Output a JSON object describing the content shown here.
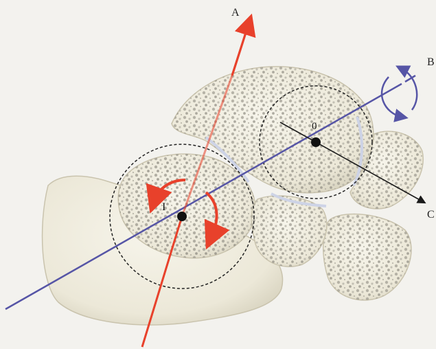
{
  "labels": {
    "axis_a": "A",
    "axis_b": "B",
    "axis_c": "C",
    "center_instant": "I",
    "center_zero": "0"
  },
  "colors": {
    "background": "#f3f2ee",
    "bone_fill": "#f1eee1",
    "bone_shadow": "#ddd8c6",
    "trabecular_dots": "#9d9a8f",
    "joint_cartilage": "#cdd3e6",
    "axis_a_red": "#e8412b",
    "axis_b_blue": "#5655a6",
    "axis_c_black": "#1a1a1a",
    "dashed_circle": "#222222"
  },
  "icons": [
    "rotation-arrow-clockwise-icon",
    "rotation-arrow-counterclockwise-icon",
    "circular-rotation-icon"
  ]
}
